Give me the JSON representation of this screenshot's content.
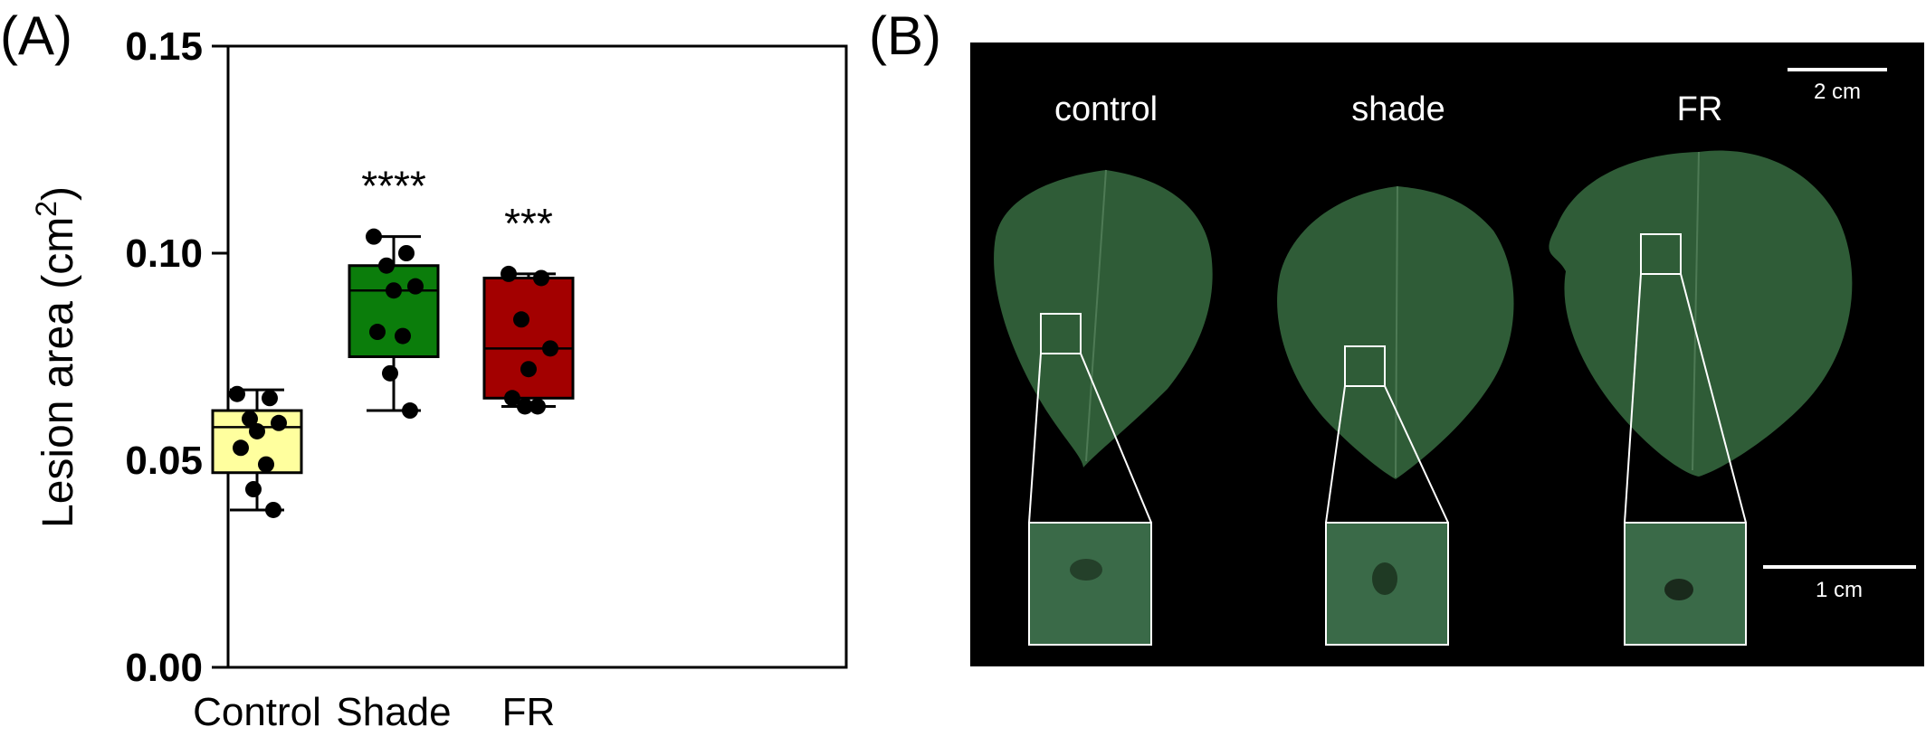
{
  "panels": {
    "a_label": "(A)",
    "b_label": "(B)"
  },
  "chart_data": {
    "type": "box",
    "ylabel": "Lesion area (cm",
    "ylabel_sup": "2",
    "ylabel_close": ")",
    "ylim": [
      0.0,
      0.15
    ],
    "yticks": [
      "0.00",
      "0.05",
      "0.10",
      "0.15"
    ],
    "ytick_values": [
      0.0,
      0.05,
      0.1,
      0.15
    ],
    "categories": [
      "Control",
      "Shade",
      "FR"
    ],
    "series": [
      {
        "category": "Control",
        "color": "#ffff9e",
        "whisker_low": 0.038,
        "q1": 0.047,
        "median": 0.058,
        "q3": 0.062,
        "whisker_high": 0.067,
        "points": [
          0.066,
          0.065,
          0.06,
          0.059,
          0.057,
          0.053,
          0.049,
          0.043,
          0.038
        ],
        "significance": ""
      },
      {
        "category": "Shade",
        "color": "#0b7d0b",
        "whisker_low": 0.062,
        "q1": 0.075,
        "median": 0.091,
        "q3": 0.097,
        "whisker_high": 0.104,
        "points": [
          0.104,
          0.1,
          0.097,
          0.092,
          0.091,
          0.081,
          0.08,
          0.071,
          0.062
        ],
        "significance": "****"
      },
      {
        "category": "FR",
        "color": "#a30000",
        "whisker_low": 0.063,
        "q1": 0.065,
        "median": 0.077,
        "q3": 0.094,
        "whisker_high": 0.095,
        "points": [
          0.095,
          0.094,
          0.084,
          0.077,
          0.072,
          0.065,
          0.063,
          0.063
        ],
        "significance": "***"
      }
    ],
    "grid": false,
    "legend": "none"
  },
  "photo": {
    "labels": [
      "control",
      "shade",
      "FR"
    ],
    "scale_top": "2 cm",
    "scale_bottom": "1 cm",
    "background": "#000000",
    "leaf_color": "#2f5c37"
  }
}
